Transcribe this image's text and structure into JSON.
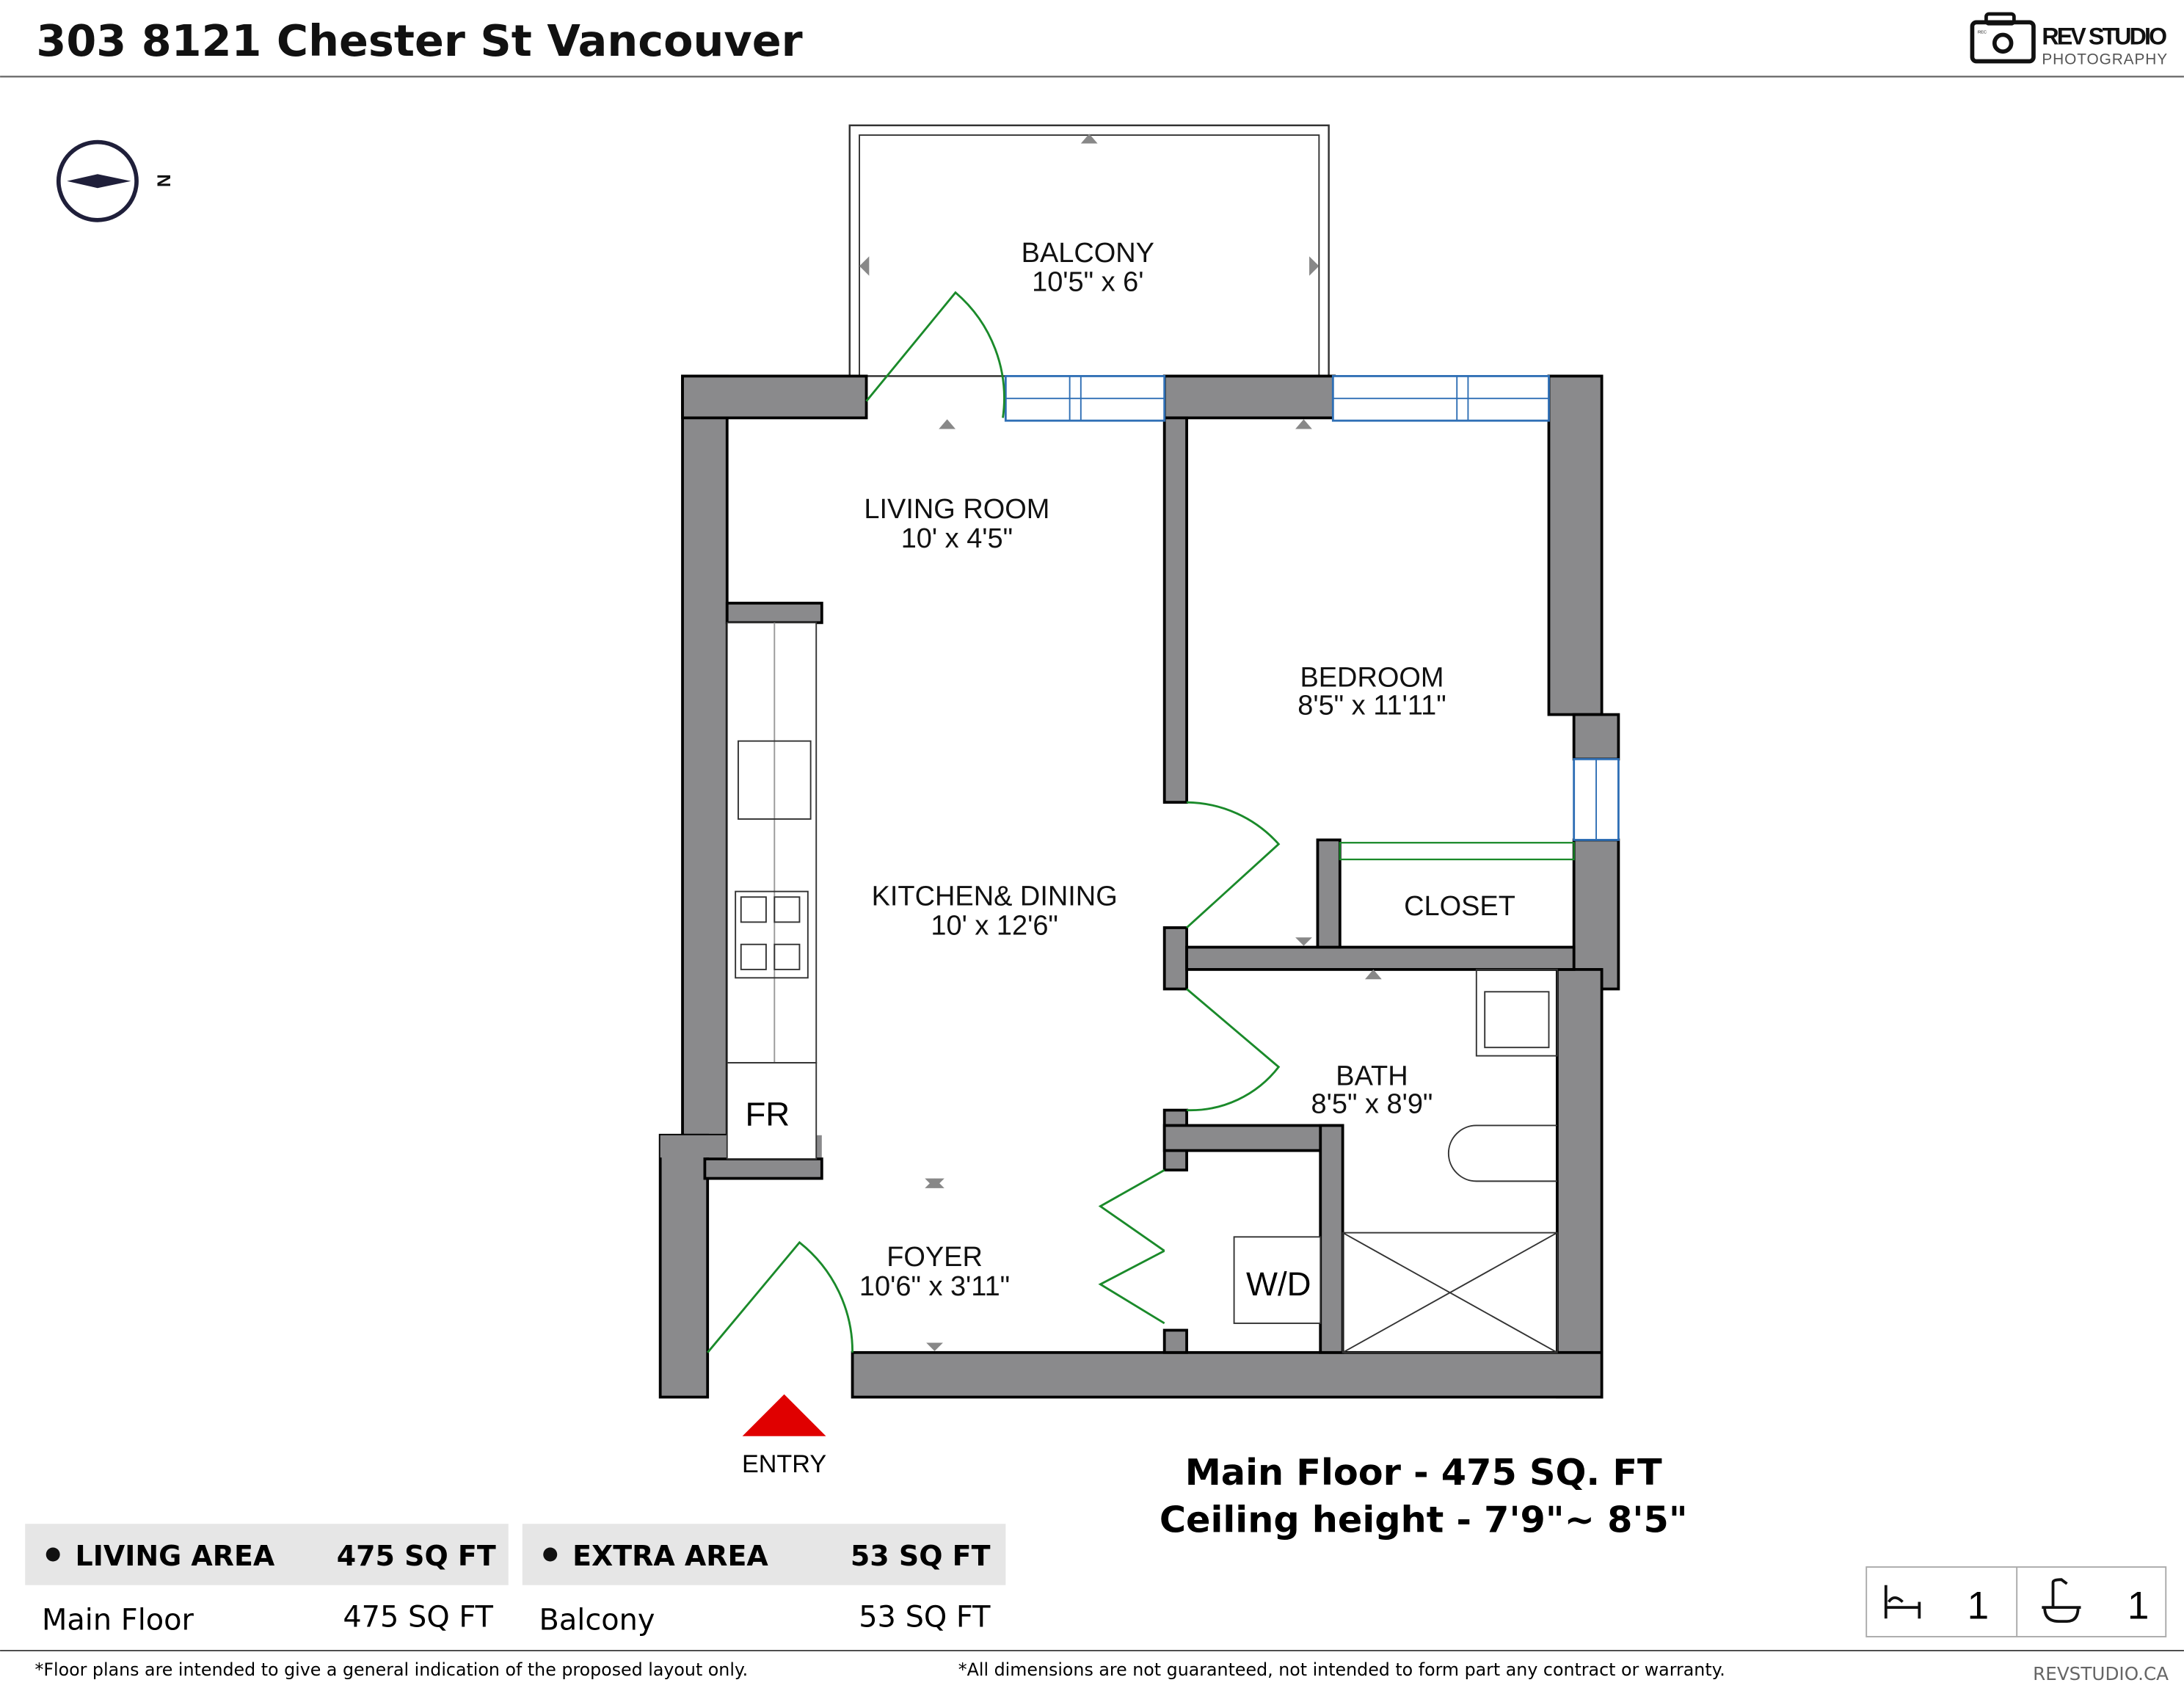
{
  "header": {
    "title": "303 8121 Chester St Vancouver",
    "logo_main": "REV STUDIO",
    "logo_sub": "PHOTOGRAPHY",
    "logo_rec": "REC"
  },
  "compass": {
    "label": "N"
  },
  "rooms": [
    {
      "name": "BALCONY",
      "dims": "10'5\" x 6'"
    },
    {
      "name": "LIVING ROOM",
      "dims": "10' x 4'5\""
    },
    {
      "name": "BEDROOM",
      "dims": "8'5\" x 11'11\""
    },
    {
      "name": "KITCHEN& DINING",
      "dims": "10' x 12'6\""
    },
    {
      "name": "CLOSET",
      "dims": ""
    },
    {
      "name": "BATH",
      "dims": "8'5\" x 8'9\""
    },
    {
      "name": "FOYER",
      "dims": "10'6\" x 3'11\""
    }
  ],
  "fixtures": {
    "fridge": "FR",
    "washer_dryer": "W/D"
  },
  "entry": {
    "label": "ENTRY",
    "color": "#e00000"
  },
  "floor_summary": {
    "line1": "Main Floor - 475 SQ. FT",
    "line2": "Ceiling height - 7'9\"~ 8'5\""
  },
  "areas": [
    {
      "title": "LIVING AREA",
      "total": "475 SQ FT",
      "rows": [
        {
          "name": "Main Floor",
          "value": "475 SQ FT"
        }
      ]
    },
    {
      "title": "EXTRA AREA",
      "total": "53 SQ FT",
      "rows": [
        {
          "name": "Balcony",
          "value": "53 SQ FT"
        }
      ]
    }
  ],
  "counts": {
    "bedrooms": "1",
    "bathrooms": "1"
  },
  "footer": {
    "note_left": "*Floor plans are intended to give a general indication of the proposed layout only.",
    "note_right": "*All dimensions are not guaranteed, not intended to form part any contract or warranty.",
    "site": "REVSTUDIO.CA"
  }
}
